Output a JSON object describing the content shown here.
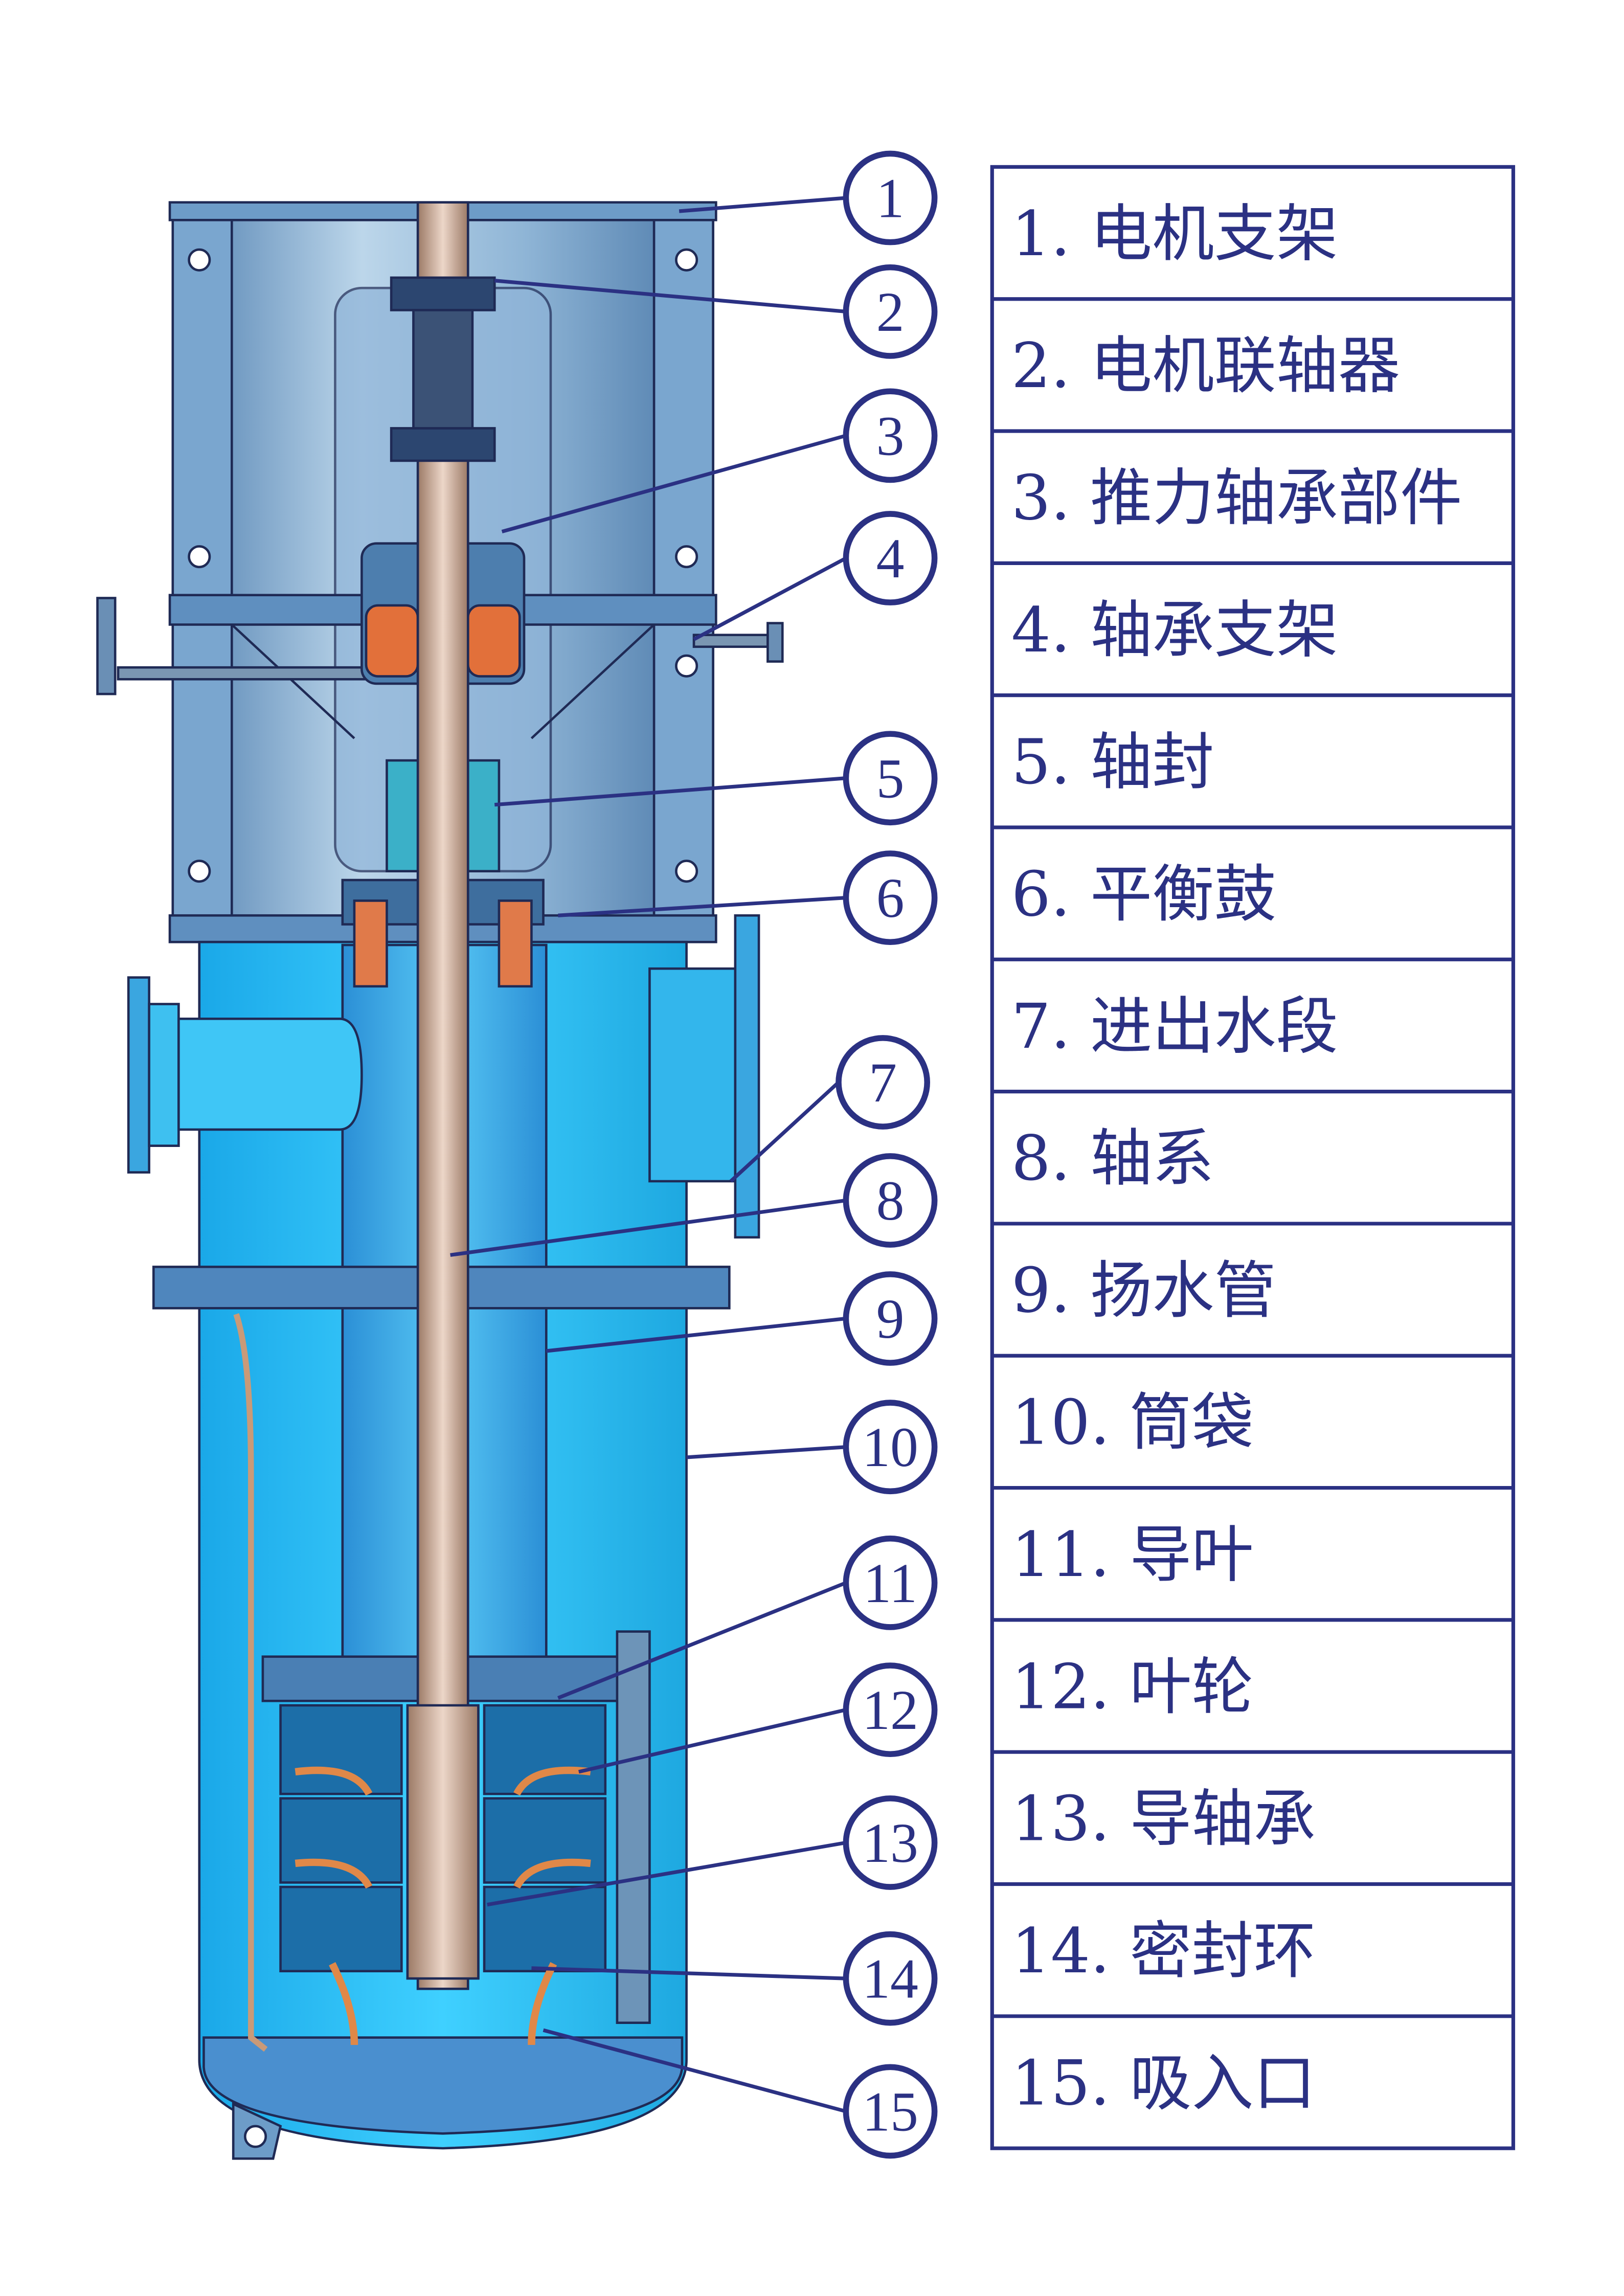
{
  "colors": {
    "ink": "#2b3183",
    "frame": "#5a8ab8",
    "water": "#2ec4f5",
    "shaft": "#c9a690",
    "bronze": "#e0743c"
  },
  "legend": [
    {
      "num": "1",
      "label": "1. 电机支架"
    },
    {
      "num": "2",
      "label": "2. 电机联轴器"
    },
    {
      "num": "3",
      "label": "3. 推力轴承部件"
    },
    {
      "num": "4",
      "label": "4. 轴承支架"
    },
    {
      "num": "5",
      "label": "5. 轴封"
    },
    {
      "num": "6",
      "label": "6. 平衡鼓"
    },
    {
      "num": "7",
      "label": "7. 进出水段"
    },
    {
      "num": "8",
      "label": "8. 轴系"
    },
    {
      "num": "9",
      "label": "9. 扬水管"
    },
    {
      "num": "10",
      "label": "10. 筒袋"
    },
    {
      "num": "11",
      "label": "11. 导叶"
    },
    {
      "num": "12",
      "label": "12. 叶轮"
    },
    {
      "num": "13",
      "label": "13. 导轴承"
    },
    {
      "num": "14",
      "label": "14. 密封环"
    },
    {
      "num": "15",
      "label": "15. 吸入口"
    }
  ]
}
